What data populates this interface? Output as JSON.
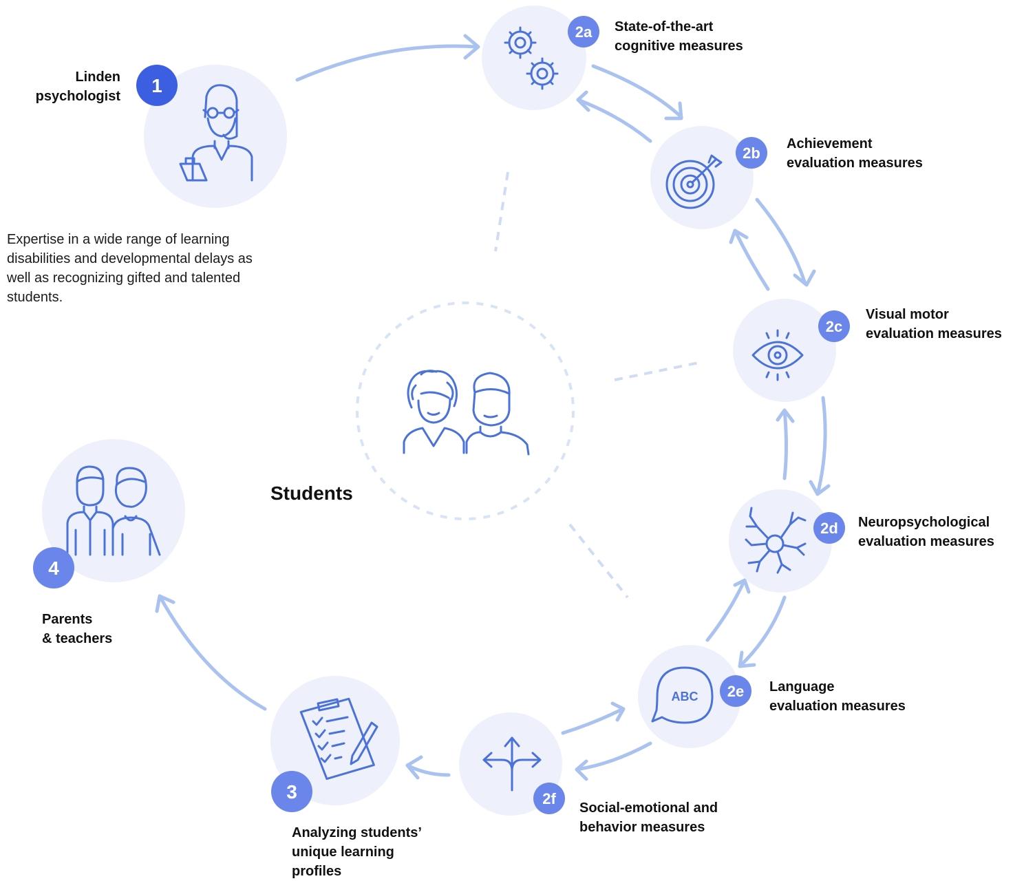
{
  "center": {
    "label": "Students"
  },
  "nodes": {
    "n1": {
      "badge": "1",
      "title": [
        "Linden",
        "psychologist"
      ],
      "icon": "psychologist-icon",
      "description": [
        "Expertise in a wide range of learning",
        "disabilities and developmental delays as",
        "well as recognizing gifted and talented",
        "students."
      ]
    },
    "n2a": {
      "badge": "2a",
      "title": [
        "State-of-the-art",
        "cognitive measures"
      ],
      "icon": "gears-icon"
    },
    "n2b": {
      "badge": "2b",
      "title": [
        "Achievement",
        "evaluation measures"
      ],
      "icon": "target-icon"
    },
    "n2c": {
      "badge": "2c",
      "title": [
        "Visual motor",
        "evaluation measures"
      ],
      "icon": "eye-icon"
    },
    "n2d": {
      "badge": "2d",
      "title": [
        "Neuropsychological",
        "evaluation measures"
      ],
      "icon": "neuron-icon"
    },
    "n2e": {
      "badge": "2e",
      "title": [
        "Language",
        "evaluation measures"
      ],
      "icon": "speech-bubble-abc-icon",
      "icon_text": "ABC"
    },
    "n2f": {
      "badge": "2f",
      "title": [
        "Social-emotional and",
        "behavior measures"
      ],
      "icon": "split-arrows-icon"
    },
    "n3": {
      "badge": "3",
      "title": [
        "Analyzing students’",
        "unique learning",
        "profiles"
      ],
      "icon": "clipboard-checklist-icon"
    },
    "n4": {
      "badge": "4",
      "title": [
        "Parents",
        "& teachers"
      ],
      "icon": "parents-icon"
    }
  },
  "colors": {
    "circle": "#eef1fb",
    "badge_dark": "#3b5fe0",
    "badge": "#6b86ea",
    "arrow": "#a9c2f0",
    "icon": "#4a72d8",
    "dashed": "#cfdcf3"
  }
}
